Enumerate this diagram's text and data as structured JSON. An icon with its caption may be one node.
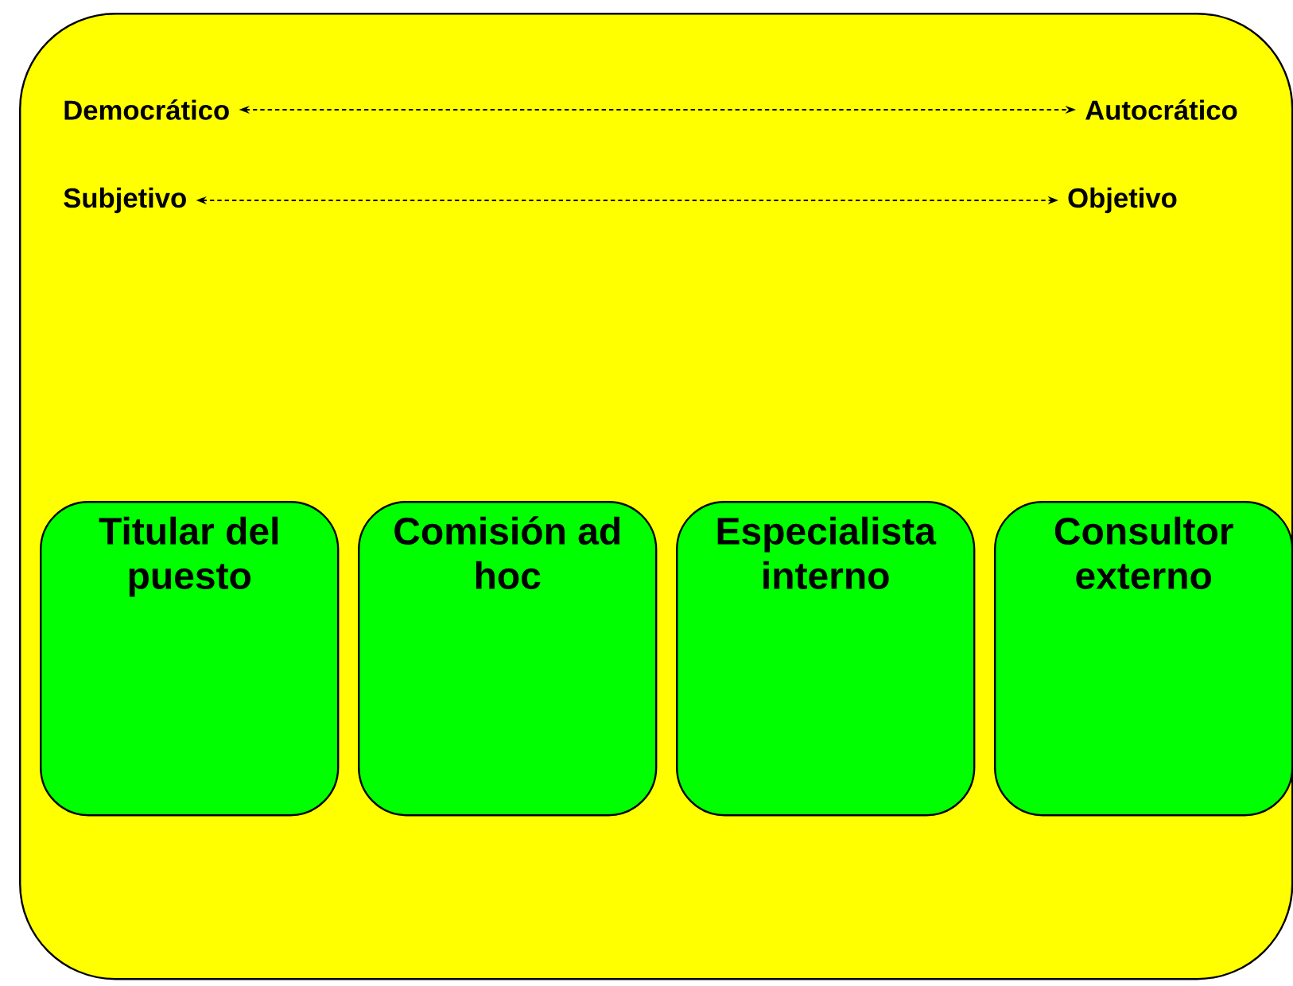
{
  "diagram": {
    "nodes": [
      {
        "text": [],
        "shape": "box"
      },
      {
        "text": [
          "Democrático"
        ],
        "in": 0
      },
      {
        "text": [
          "Autocrático"
        ],
        "in": 0
      },
      {
        "text": [
          "Subjetivo"
        ],
        "in": 0
      },
      {
        "text": [
          "Objetivo"
        ],
        "in": 0
      },
      {
        "text": [
          "Titular del puesto"
        ],
        "in": 0
      },
      {
        "text": [
          "Comisión ad hoc"
        ],
        "in": 0
      },
      {
        "text": [
          "Especialista interno"
        ],
        "in": 0
      },
      {
        "text": [
          "Consultor externo"
        ],
        "in": 0
      }
    ],
    "edges": [
      {
        "from": 1,
        "to": 2,
        "arrow": "both",
        "style": "dashed"
      },
      {
        "from": 3,
        "to": 4,
        "arrow": "both",
        "style": "dashed"
      }
    ]
  }
}
